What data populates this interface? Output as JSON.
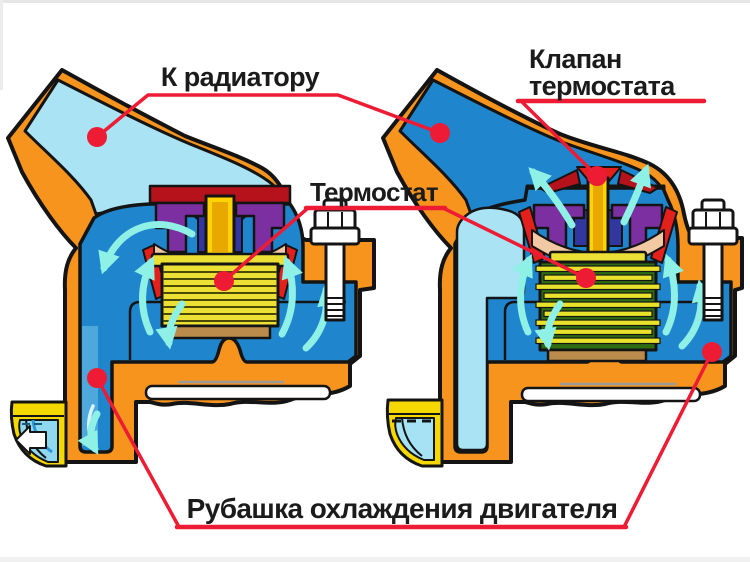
{
  "figure": {
    "type": "automotive-cooling-thermostat-cutaway",
    "language": "ru",
    "labels": {
      "to_radiator": "К радиатору",
      "valve_line1": "Клапан",
      "valve_line2": "термостата",
      "thermostat": "Термостат",
      "cooling_jacket": "Рубашка охлаждения двигателя"
    },
    "diagrams": {
      "left": "thermostat-closed",
      "right": "thermostat-open"
    },
    "colors": {
      "housing_orange": "#F7941E",
      "coolant_dark_blue": "#1F86CE",
      "coolant_pale_blue": "#A9E3F4",
      "flow_arrow_cyan": "#8FF0E6",
      "callout_red": "#ED1B34",
      "valve_dark_red": "#B5121B",
      "valve_bright_red": "#E3201B",
      "bracket_purple": "#7B2FA0",
      "bracket_indigo": "#31379E",
      "bellows_yellow": "#EDE034",
      "bellows_green": "#2E6B12",
      "stem_yellow": "#FFD400",
      "diaphragm_tan": "#F2C9A2",
      "base_brown": "#BA8B4B",
      "pump_bowl_yellow": "#F5D800",
      "outline_black": "#141414"
    }
  }
}
